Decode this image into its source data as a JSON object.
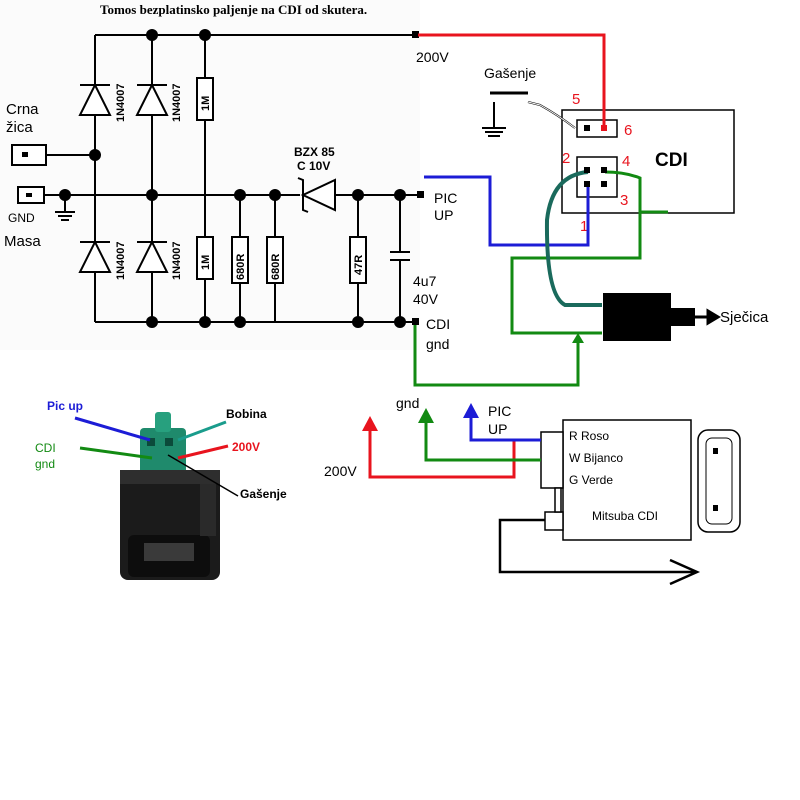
{
  "title": "Tomos bezplatinsko paljenje na CDI od skutera.",
  "circuit": {
    "v200": "200V",
    "crna_zica_1": "Crna",
    "crna_zica_2": "žica",
    "gnd": "GND",
    "masa": "Masa",
    "diode_label": "1N4007",
    "r_1m": "1M",
    "r_680": "680R",
    "r_47": "47R",
    "zener_1": "BZX 85",
    "zener_2": "C 10V",
    "pickup_1": "PIC",
    "pickup_2": "UP",
    "cap_1": "4u7",
    "cap_2": "40V",
    "cdi_gnd_1": "CDI",
    "cdi_gnd_2": "gnd"
  },
  "cdi_module": {
    "gasenje": "Gašenje",
    "title": "CDI",
    "pins": [
      "1",
      "2",
      "3",
      "4",
      "5",
      "6"
    ],
    "sjecica": "Sječica"
  },
  "photo_labels": {
    "pic_up": "Pic up",
    "bobina": "Bobina",
    "cdi_1": "CDI",
    "cdi_2": "gnd",
    "v200": "200V",
    "gasenje": "Gašenje"
  },
  "mitsuba": {
    "gnd": "gnd",
    "pic_1": "PIC",
    "pic_2": "UP",
    "v200": "200V",
    "wire_r": "R Roso",
    "wire_w": "W Bijanco",
    "wire_g": "G Verde",
    "title": "Mitsuba CDI"
  },
  "colors": {
    "red": "#e8141e",
    "blue": "#1c1cd6",
    "green": "#128a12",
    "teal": "#1a9c8c",
    "black": "#000000"
  }
}
